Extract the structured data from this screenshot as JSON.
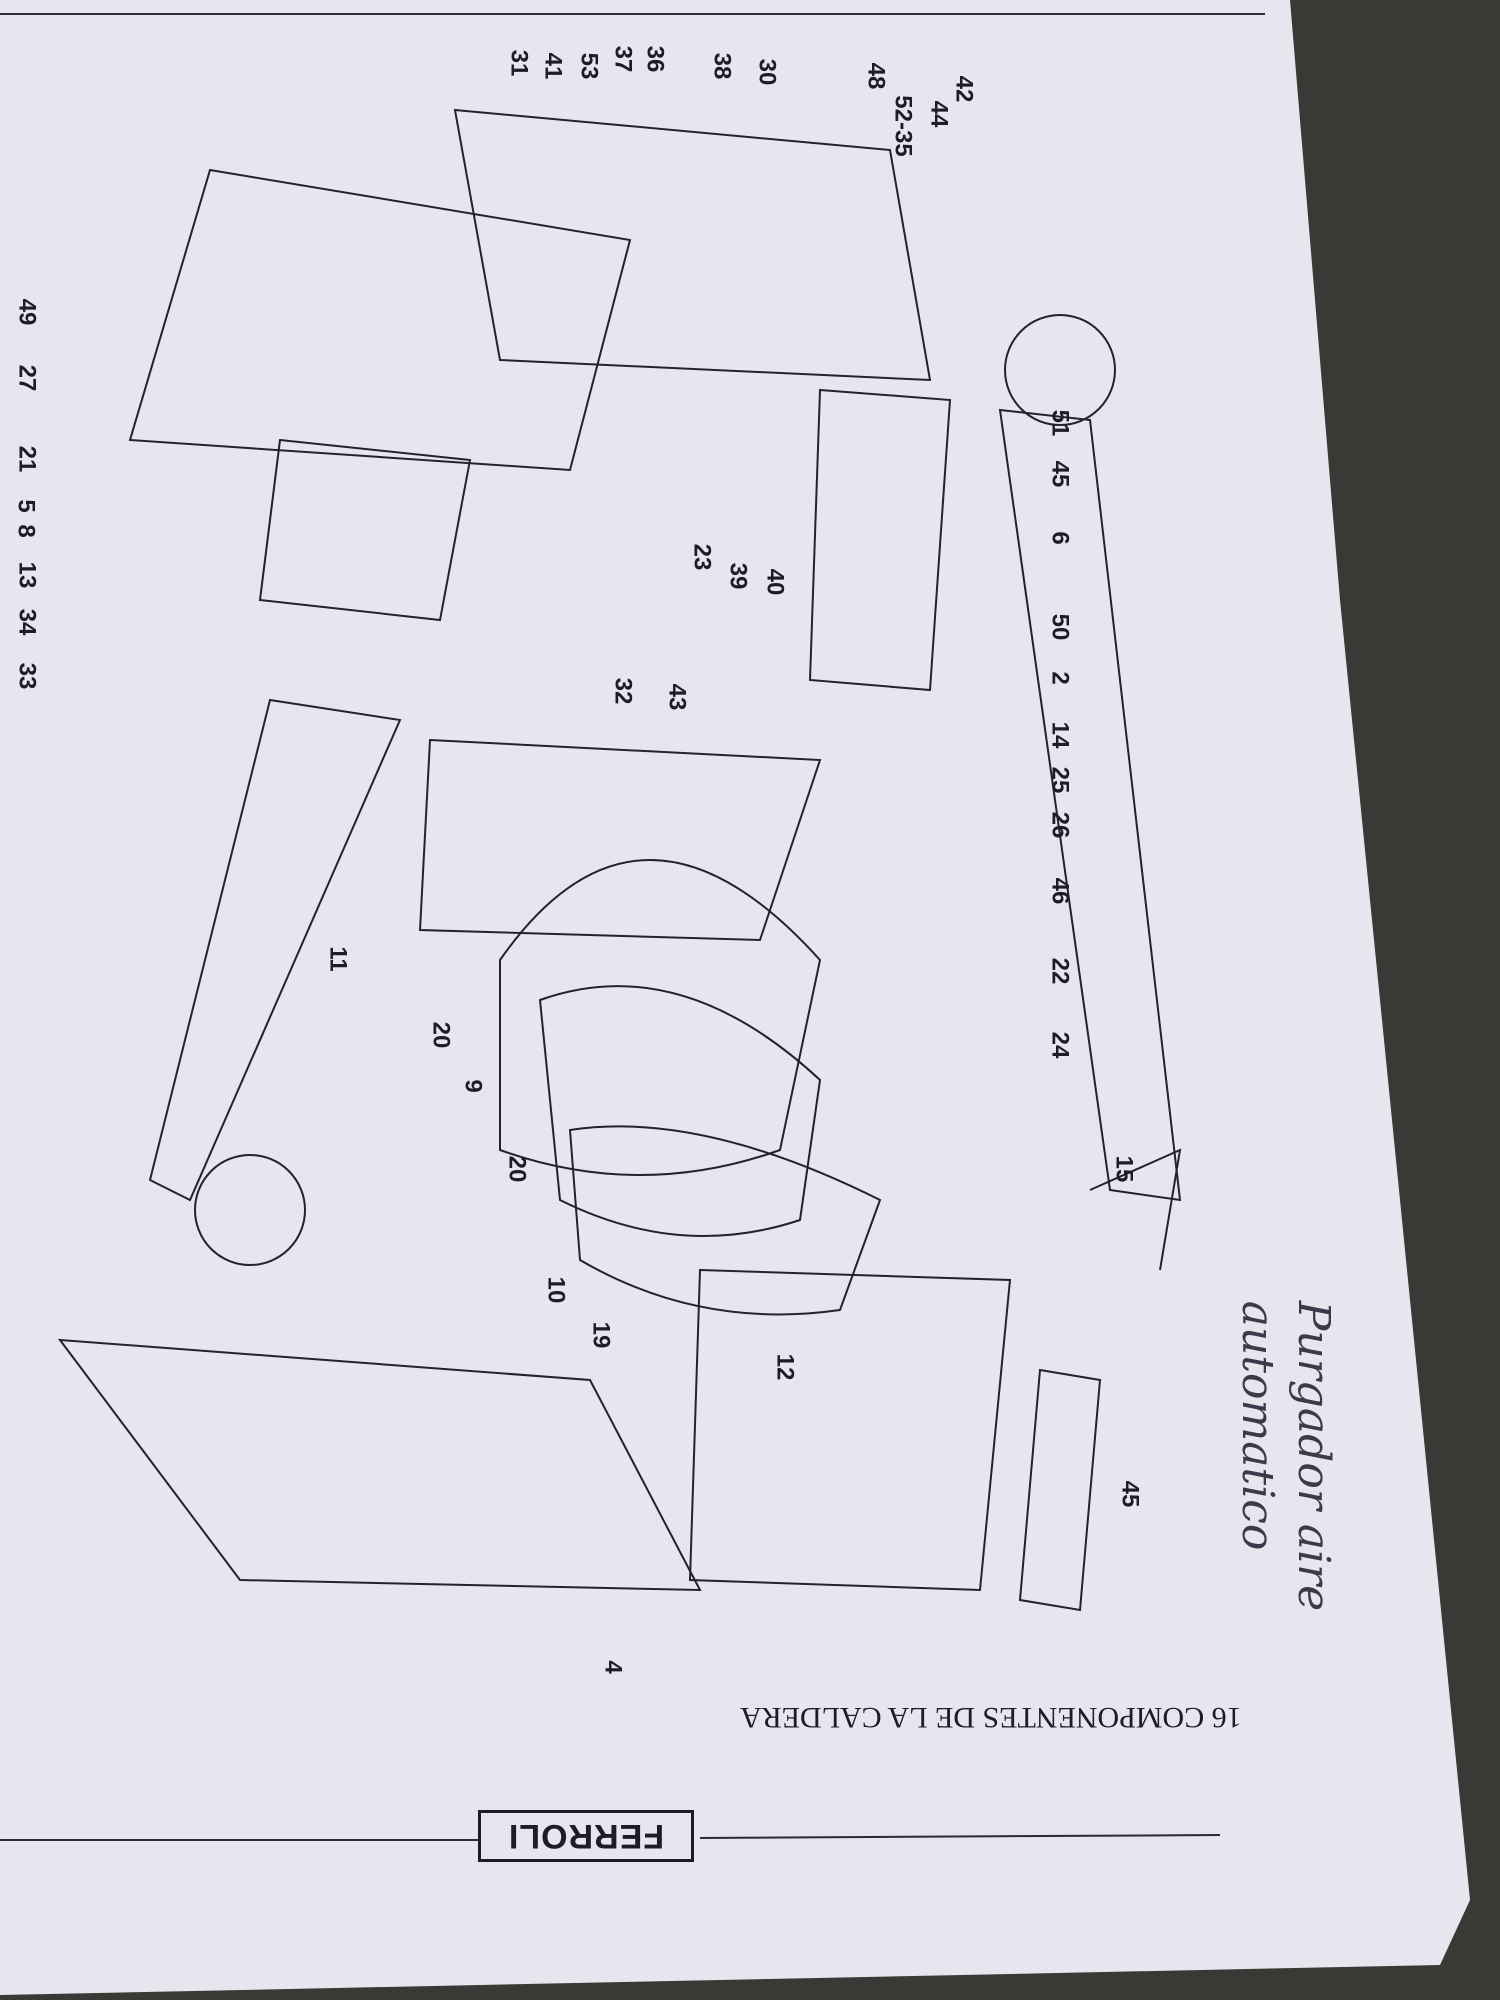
{
  "page": {
    "title": "16 COMPONENTES DE LA CALDERA",
    "logo": "FERROLI",
    "handwritten_note": [
      "Purgador aire",
      "automatico"
    ]
  },
  "labels": {
    "top_column": [
      "42",
      "44",
      "52-35",
      "48",
      "38",
      "30",
      "36",
      "37",
      "53",
      "41",
      "31"
    ],
    "right_row": [
      "51",
      "45",
      "6",
      "50",
      "2",
      "14",
      "25",
      "26",
      "46",
      "22",
      "24",
      "15"
    ],
    "inner": [
      "23",
      "39",
      "40",
      "43",
      "32",
      "11",
      "20",
      "9",
      "20",
      "10",
      "19",
      "12",
      "45",
      "4"
    ],
    "left_column": [
      "49",
      "27",
      "21",
      "5",
      "8",
      "13",
      "34",
      "33"
    ]
  },
  "colors": {
    "paper": "#e9e9f2",
    "ink": "#1d1d2a",
    "background": "#3a3836"
  }
}
